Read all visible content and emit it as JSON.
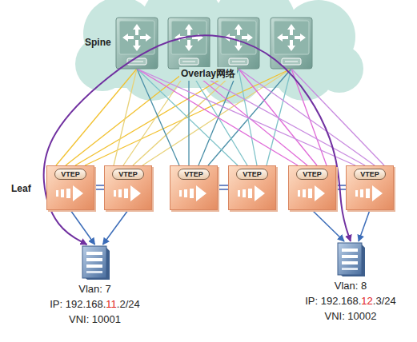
{
  "diagram": {
    "nodes": [
      {
        "text": [
          "VTEP"
        ]
      },
      {
        "text": [
          "VTEP"
        ]
      },
      {
        "text": [
          "VTEP"
        ]
      },
      {
        "text": [
          "VTEP"
        ]
      },
      {
        "text": [
          "VTEP"
        ]
      },
      {
        "text": [
          "VTEP"
        ]
      },
      {
        "text": [
          "Vlan: 7",
          "IP: 192.168.11.2/24",
          "VNI: 10001"
        ]
      },
      {
        "text": [
          "Vlan: 8",
          "IP: 192.168.12.3/24",
          "VNI: 10002"
        ]
      }
    ],
    "edges": [
      {
        "from": 0,
        "to": 6,
        "arrow": "to"
      },
      {
        "from": 1,
        "to": 6,
        "arrow": "to"
      },
      {
        "from": 4,
        "to": 7,
        "arrow": "to"
      },
      {
        "from": 5,
        "to": 7,
        "arrow": "to"
      },
      {
        "from": 6,
        "to": 7,
        "arrow": "both"
      }
    ],
    "labels": [
      "Spine",
      "Overlay网络",
      "Leaf"
    ]
  }
}
